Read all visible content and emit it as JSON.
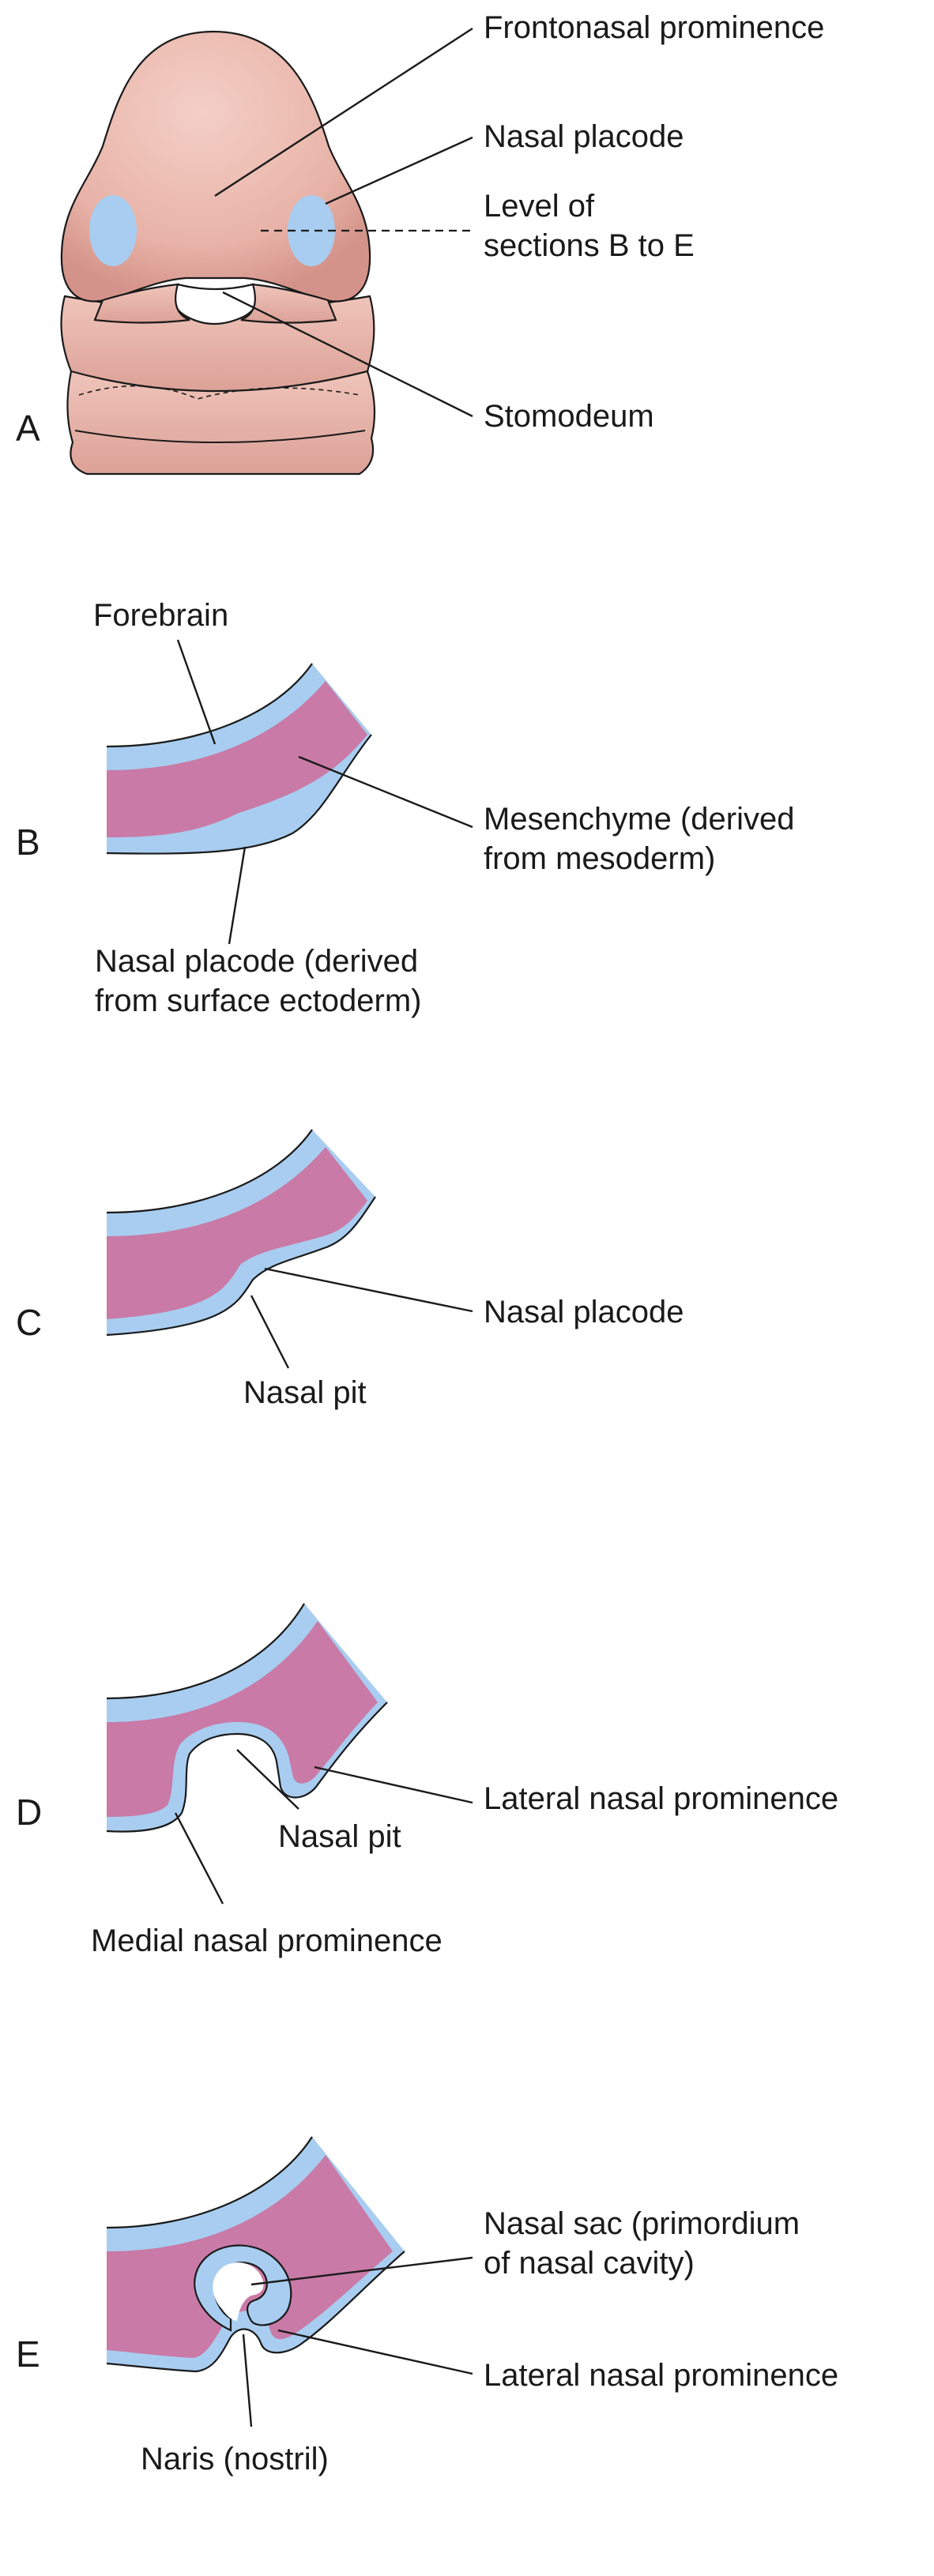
{
  "panels": {
    "a": {
      "letter": "A",
      "labels": {
        "frontonasal": "Frontonasal prominence",
        "nasal_placode": "Nasal placode",
        "level_line1": "Level of",
        "level_line2": "sections B to E",
        "stomodeum": "Stomodeum"
      }
    },
    "b": {
      "letter": "B",
      "labels": {
        "forebrain": "Forebrain",
        "mesenchyme_line1": "Mesenchyme (derived",
        "mesenchyme_line2": "from mesoderm)",
        "placode_line1": "Nasal placode (derived",
        "placode_line2": "from surface ectoderm)"
      }
    },
    "c": {
      "letter": "C",
      "labels": {
        "nasal_placode": "Nasal placode",
        "nasal_pit": "Nasal pit"
      }
    },
    "d": {
      "letter": "D",
      "labels": {
        "lateral": "Lateral nasal prominence",
        "nasal_pit": "Nasal pit",
        "medial": "Medial nasal prominence"
      }
    },
    "e": {
      "letter": "E",
      "labels": {
        "sac_line1": "Nasal sac (primordium",
        "sac_line2": "of nasal cavity)",
        "lateral": "Lateral nasal prominence",
        "naris": "Naris (nostril)"
      }
    }
  },
  "colors": {
    "skin": "#e8b3a8",
    "skin_shadow": "#d4938a",
    "placode_blue": "#a8cdf0",
    "mesenchyme": "#c97aa6",
    "ectoderm_blue": "#a8cdf0"
  }
}
